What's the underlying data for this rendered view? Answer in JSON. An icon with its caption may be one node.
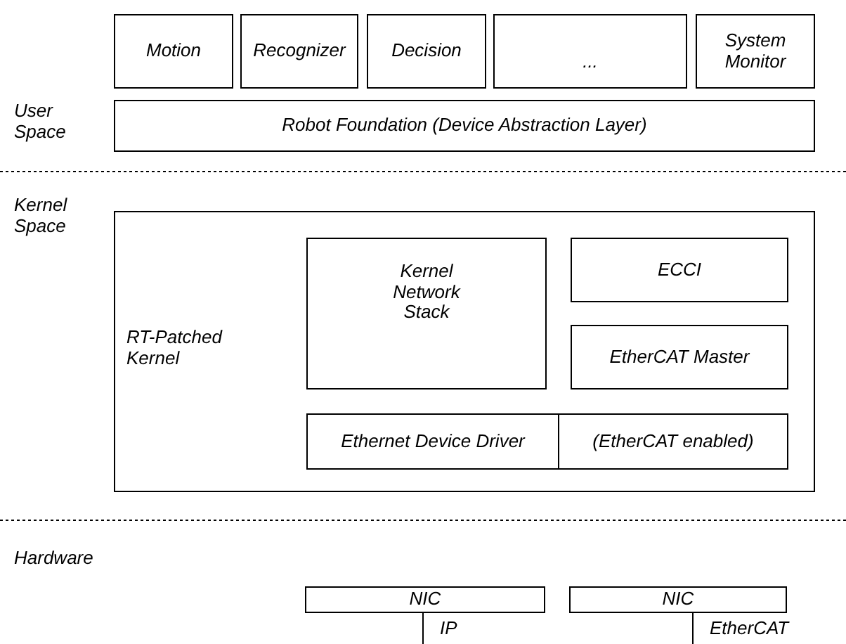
{
  "diagram": {
    "nodes": [
      {
        "text": [
          "Motion"
        ]
      },
      {
        "text": [
          "Recognizer"
        ]
      },
      {
        "text": [
          "Decision"
        ]
      },
      {
        "text": [
          "..."
        ]
      },
      {
        "text": [
          "System Monitor"
        ]
      },
      {
        "text": [
          "Robot Foundation (Device Abstraction Layer)"
        ]
      },
      {
        "text": [
          "RT-Patched Kernel"
        ]
      },
      {
        "text": [
          "Kernel Network Stack"
        ],
        "in": 6
      },
      {
        "text": [
          "ECCI"
        ],
        "in": 6
      },
      {
        "text": [
          "EtherCAT Master"
        ],
        "in": 6
      },
      {
        "text": [
          "Ethernet Device Driver"
        ],
        "in": 6
      },
      {
        "text": [
          "(EtherCAT enabled)"
        ],
        "in": 6
      },
      {
        "text": [
          "NIC"
        ]
      },
      {
        "text": [
          "NIC"
        ]
      }
    ],
    "edges": [
      {
        "from": 12,
        "to": null,
        "arrow": "none",
        "label": "IP"
      },
      {
        "from": 13,
        "to": null,
        "arrow": "none",
        "label": "EtherCAT"
      }
    ],
    "labels": [
      "User Space",
      "Kernel Space",
      "Hardware"
    ]
  }
}
